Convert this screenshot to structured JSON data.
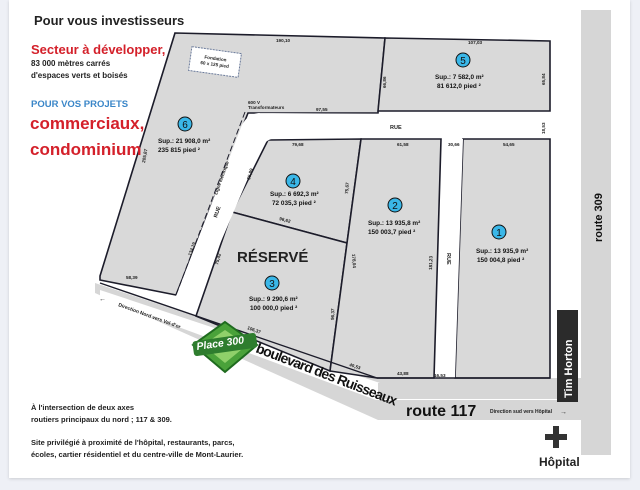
{
  "intro": {
    "heading": "Pour vous investisseurs",
    "sector_title": "Secteur à développer,",
    "sector_line1": "83 000 mètres carrés",
    "sector_line2": "d'espaces verts et boisés",
    "projects_label": "POUR VOS PROJETS",
    "projects_line1": "commerciaux,",
    "projects_line2": "condominium"
  },
  "lots": [
    {
      "number": "1",
      "sup_m2": "Sup.: 13 935,9 m²",
      "sup_ft2": "150 004,8 pied ²"
    },
    {
      "number": "2",
      "sup_m2": "Sup.: 13 935,8 m²",
      "sup_ft2": "150 003,7 pied ²"
    },
    {
      "number": "3",
      "sup_m2": "Sup.: 9 290,6 m²",
      "sup_ft2": "100 000,0 pied ²",
      "status": "RÉSERVÉ"
    },
    {
      "number": "4",
      "sup_m2": "Sup.: 6 692,3 m²",
      "sup_ft2": "72 035,3 pied ²"
    },
    {
      "number": "5",
      "sup_m2": "Sup.: 7 582,0 m²",
      "sup_ft2": "81 612,0 pied ²"
    },
    {
      "number": "6",
      "sup_m2": "Sup.: 21 908,0 m²",
      "sup_ft2": "235 815 pied ²"
    }
  ],
  "dimensions": {
    "d1": "190,10",
    "d2": "107,03",
    "d3": "66,86",
    "d4": "65,84",
    "d5": "97,55",
    "d6": "18,53",
    "d7": "79,68",
    "d8": "61,58",
    "d9": "30,66",
    "d10": "54,65",
    "d11": "55,89",
    "d12": "75,67",
    "d13": "96,62",
    "d14": "178,04",
    "d15": "75,42",
    "d16": "181,23",
    "d17": "96,37",
    "d18": "106,37",
    "d19": "40,53",
    "d20": "43,88",
    "d21": "16,53",
    "d22": "205,87",
    "d23": "134,19",
    "d24": "58,39"
  },
  "labels": {
    "foundation_line1": "Fondation",
    "foundation_line2": "60 x 125 pied",
    "transformer_line1": "600 V",
    "transformer_line2": "Transformateurs",
    "power_line": "Ligne électrique",
    "rue_h": "RUE",
    "rue_diag": "RUE",
    "rue_v": "RUE",
    "direction_north": "Direction Nord vers Val-d'or",
    "direction_south": "Direction sud vers Hôpital",
    "boulevard": "boulevard des Ruisseaux",
    "route117": "route 117",
    "route309": "route 309",
    "tim_horton": "Tim Horton",
    "hospital": "Hôpital",
    "logo": "Place 300"
  },
  "footer": {
    "line1": "À l'intersection de deux axes",
    "line2": "routiers principaux du nord ; 117 & 309.",
    "line3": "Site privilégié à proximité de l'hôpital, restaurants, parcs,",
    "line4": "écoles, cartier résidentiel et du centre-ville de Mont-Laurier."
  },
  "colors": {
    "accent_red": "#d4202a",
    "accent_blue": "#3a86c8",
    "badge": "#3ab7e8",
    "logo_green": "#2e8b2e"
  }
}
